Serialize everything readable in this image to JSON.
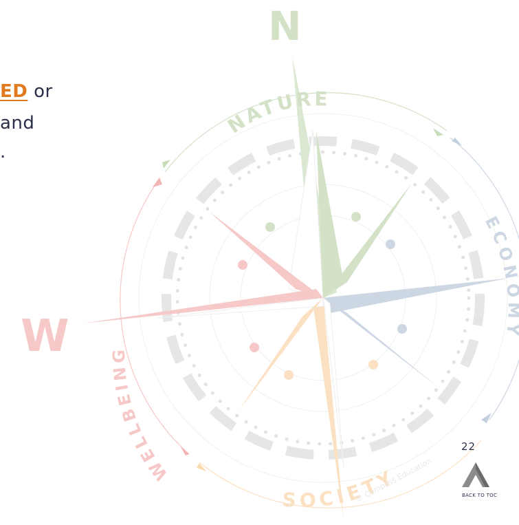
{
  "text": {
    "line1_highlight": "ED",
    "line1_rest": " or",
    "line2": "and",
    "line3": "."
  },
  "compass": {
    "north": "N",
    "west": "W",
    "labels": {
      "nature": "NATURE",
      "economy": "ECONOMY",
      "society": "SOCIETY",
      "wellbeing": "WELLBEING"
    },
    "watermark": "© Compass Education"
  },
  "page": {
    "number": "22"
  },
  "toc": {
    "label": "BACK TO TOC"
  },
  "colors": {
    "nature": "#d3e2c7",
    "economy": "#cdd7e4",
    "society": "#fbe1c2",
    "wellbeing": "#f6c8c8",
    "highlight": "#e07a1f",
    "text": "#2b2f4a"
  }
}
